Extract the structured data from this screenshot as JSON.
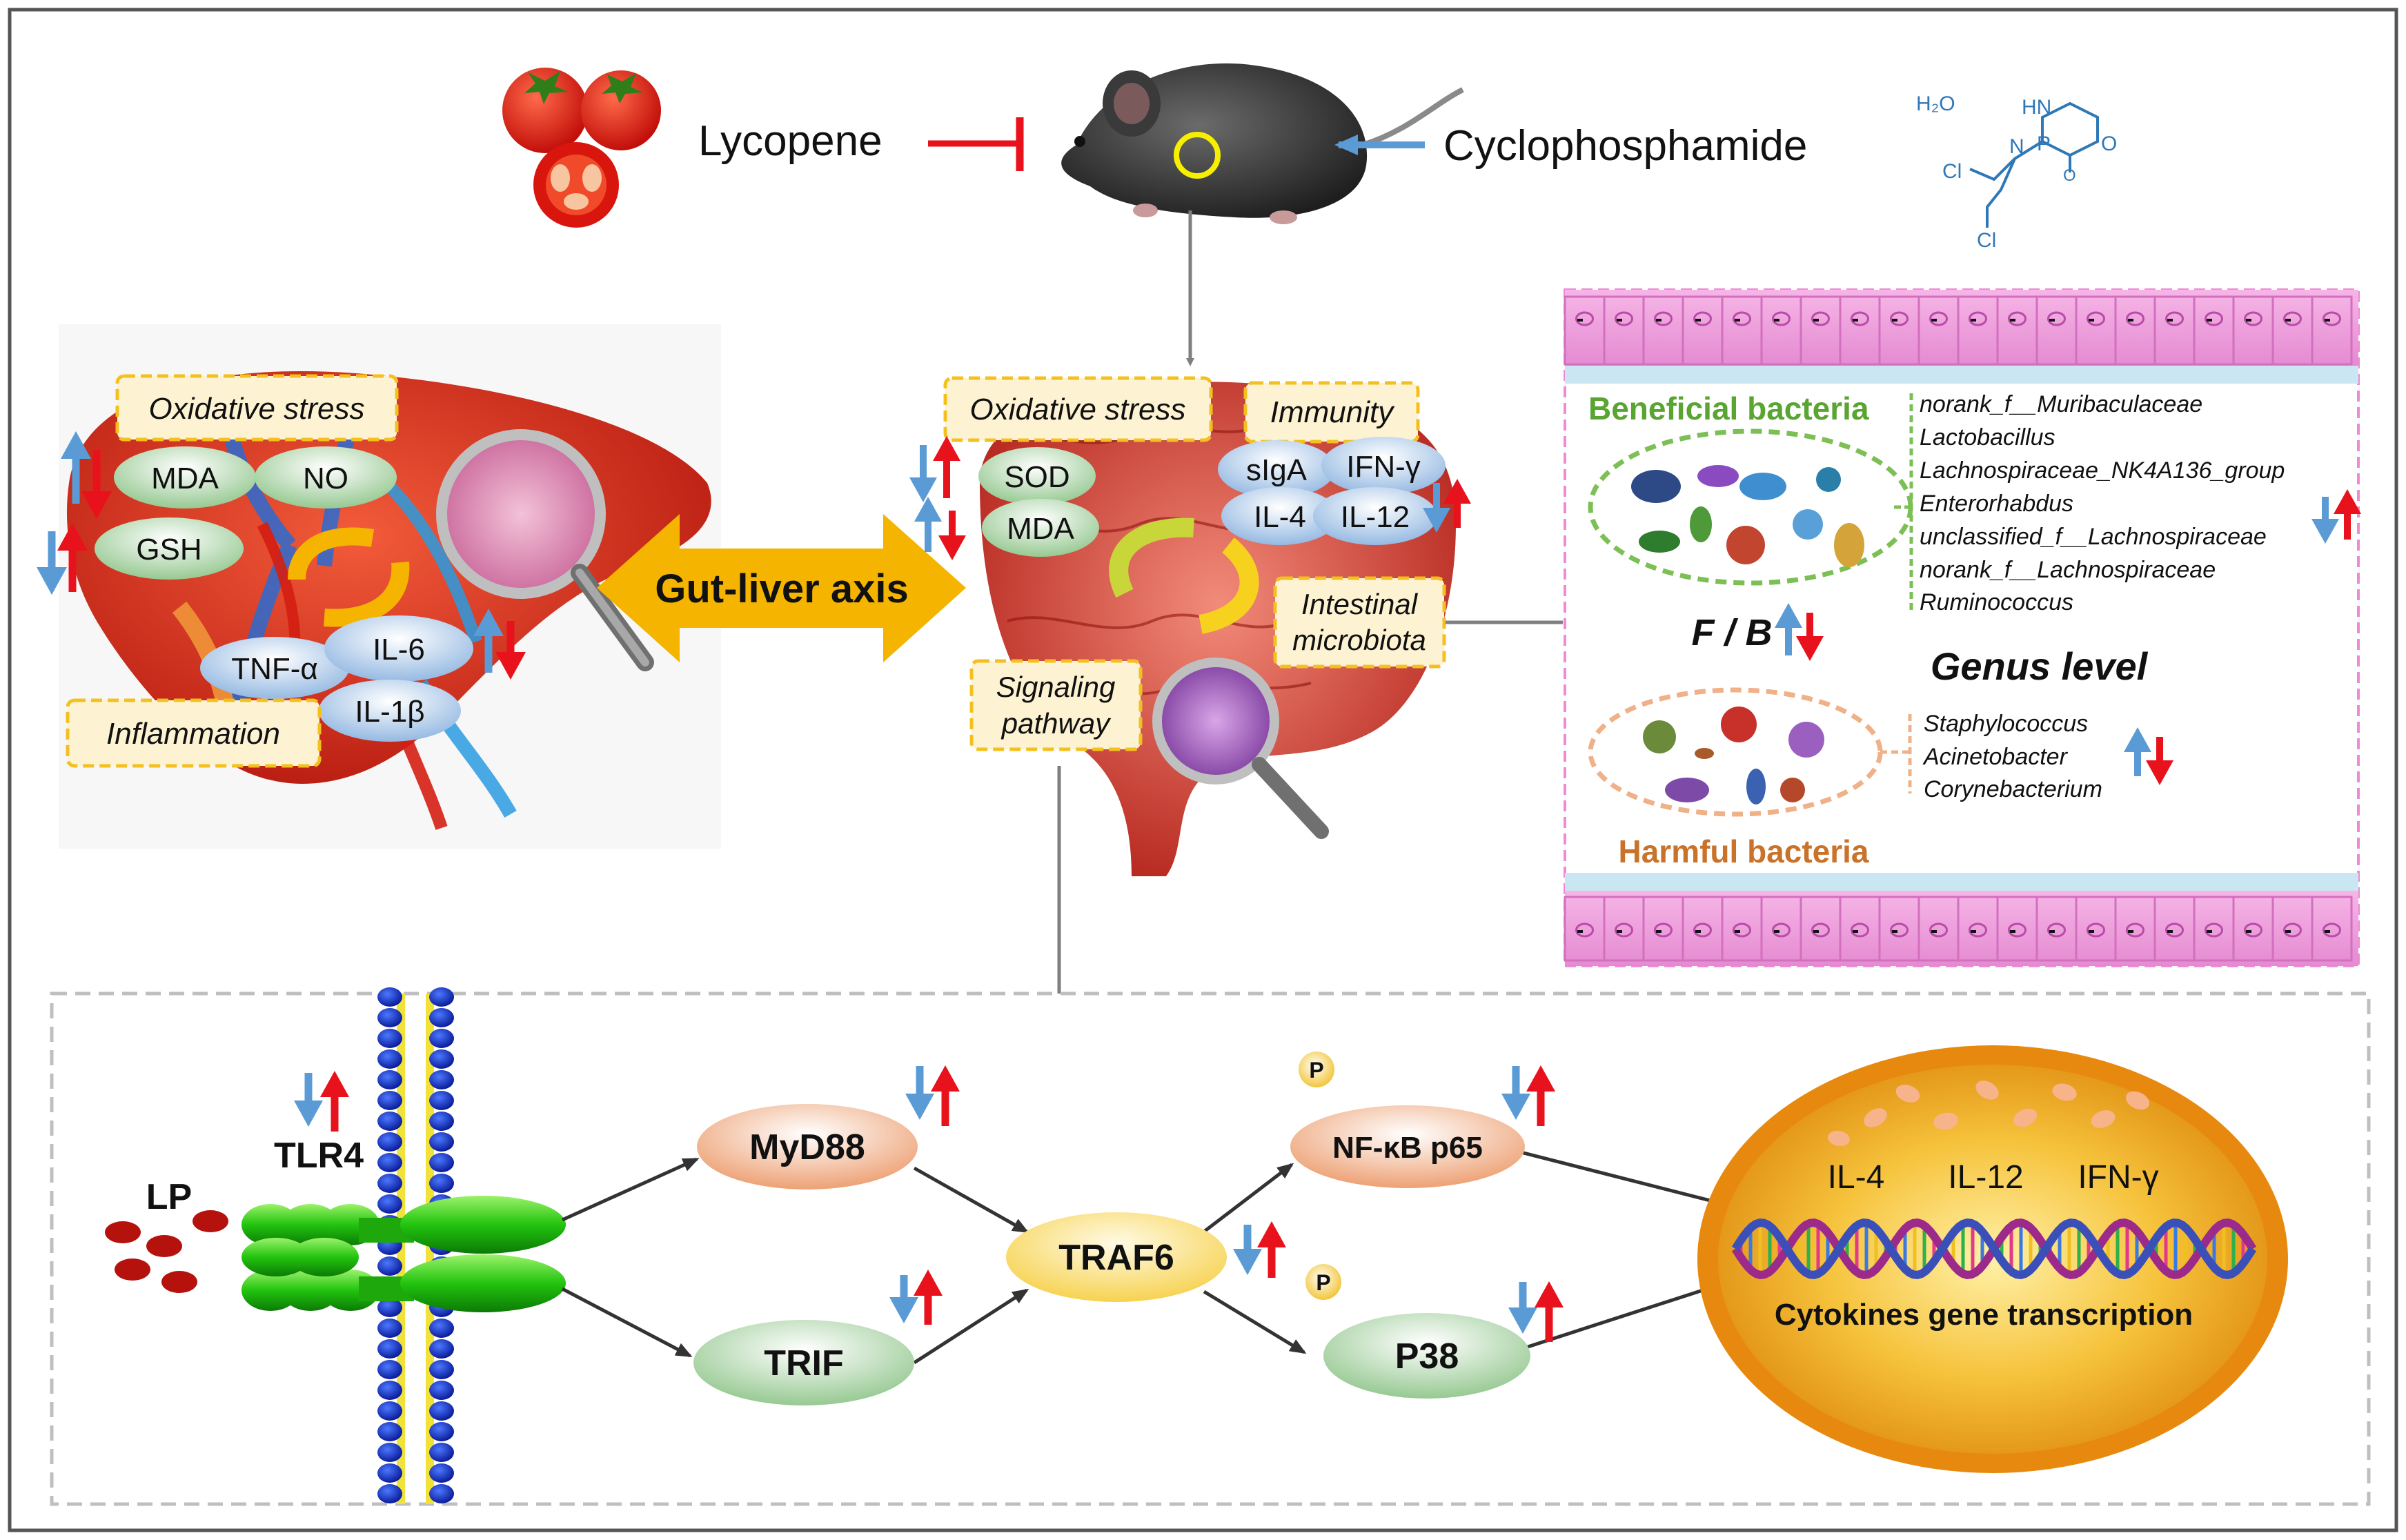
{
  "top": {
    "lycopene": "Lycopene",
    "cyclophosphamide": "Cyclophosphamide",
    "chem": {
      "h2o": "H₂O",
      "hn": "HN",
      "p": "P",
      "n": "N",
      "o": "O",
      "o2": "O",
      "cl1": "Cl",
      "cl2": "Cl"
    }
  },
  "liver": {
    "oxidative_stress": "Oxidative stress",
    "mda": "MDA",
    "no": "NO",
    "gsh": "GSH",
    "tnf": "TNF-α",
    "il6": "IL-6",
    "il1b": "IL-1β",
    "inflammation": "Inflammation"
  },
  "axis_label": "Gut-liver axis",
  "gut": {
    "oxidative_stress": "Oxidative stress",
    "immunity": "Immunity",
    "sod": "SOD",
    "mda": "MDA",
    "siga": "sIgA",
    "ifng": "IFN-γ",
    "il4": "IL-4",
    "il12": "IL-12",
    "intestinal_microbiota": [
      "Intestinal",
      "microbiota"
    ],
    "signaling_pathway": [
      "Signaling",
      "pathway"
    ]
  },
  "microbiota": {
    "beneficial_title": "Beneficial bacteria",
    "beneficial_list": [
      "norank_f__Muribaculaceae",
      "Lactobacillus",
      "Lachnospiraceae_NK4A136_group",
      "Enterorhabdus",
      "unclassified_f__Lachnospiraceae",
      "norank_f__Lachnospiraceae",
      "Ruminococcus"
    ],
    "fb": "F / B",
    "genus_level": "Genus level",
    "harmful_list": [
      "Staphylococcus",
      "Acinetobacter",
      "Corynebacterium"
    ],
    "harmful_title": "Harmful bacteria"
  },
  "pathway": {
    "lp": "LP",
    "tlr4": "TLR4",
    "myd88": "MyD88",
    "trif": "TRIF",
    "traf6": "TRAF6",
    "nfkb": "NF-κB p65",
    "p38": "P38",
    "p_mark_1": "P",
    "p_mark_2": "P",
    "nucleus_il4": "IL-4",
    "nucleus_il12": "IL-12",
    "nucleus_ifng": "IFN-γ",
    "transcription": "Cytokines gene transcription"
  },
  "colors": {
    "up_red": "#e8121c",
    "down_blue": "#5b9bd5",
    "axis_orange": "#f5b400",
    "beneficial_green": "#5aa532",
    "harmful_orange": "#c9722a",
    "frame": "#555555"
  }
}
